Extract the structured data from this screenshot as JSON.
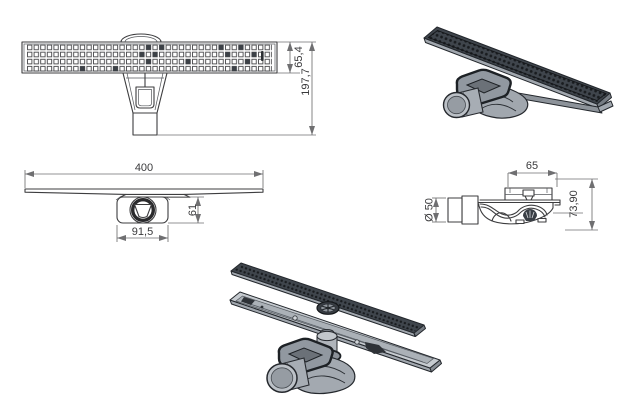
{
  "drawing": {
    "views": {
      "top": {
        "dimensions": {
          "channel_width": "65,4",
          "overall_depth": "197,7"
        }
      },
      "front": {
        "dimensions": {
          "channel_length": "400",
          "trap_height": "61",
          "trap_body_width": "91,5"
        }
      },
      "side": {
        "dimensions": {
          "body_top_width": "65",
          "outlet_pipe_diameter": "Ø 50",
          "overall_height": "73,90"
        }
      }
    },
    "colors": {
      "background": "#ffffff",
      "object-line": "#3d3d3f",
      "dim-line": "#6f6f71",
      "text": "#3a3a3c",
      "grate-dark": "#3f454c",
      "hole-dark": "#191c1f",
      "metal-grey": "#a1a7ae",
      "metal-light": "#bcc1c7",
      "metal-mid": "#9198a0",
      "metal-shadow": "#767c83",
      "outline-dark": "#23272c"
    }
  }
}
